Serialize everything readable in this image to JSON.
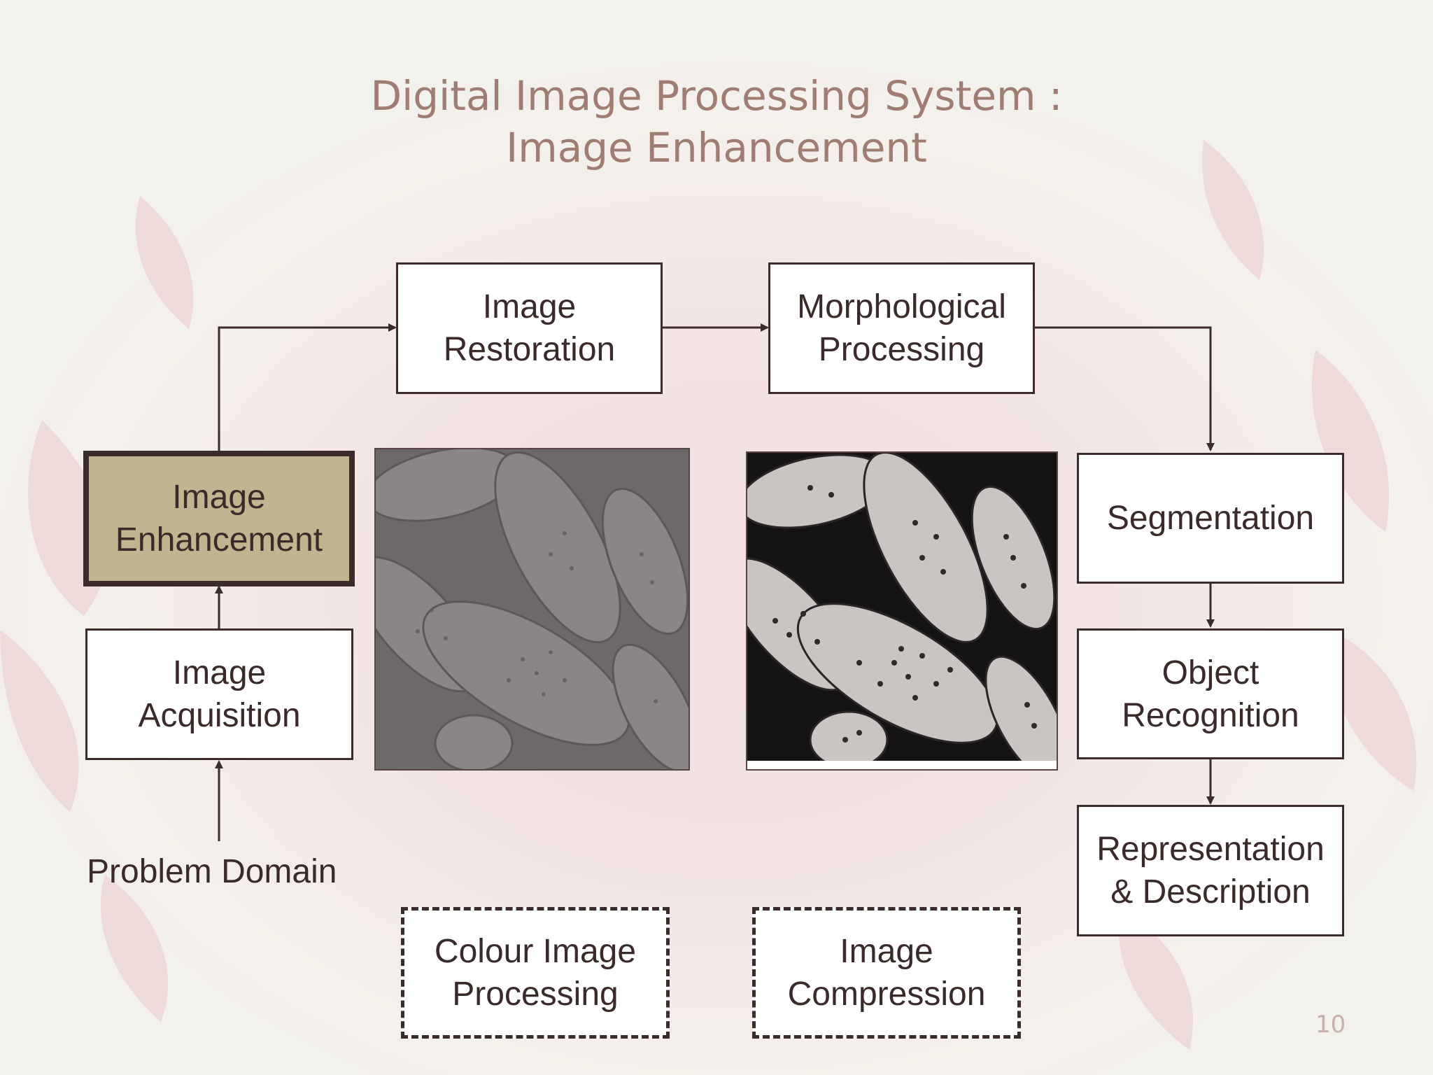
{
  "slide": {
    "title_line1": "Digital Image Processing System :",
    "title_line2": "Image Enhancement",
    "page_number": "10"
  },
  "diagram": {
    "nodes": {
      "image_restoration": {
        "line1": "Image",
        "line2": "Restoration"
      },
      "morphological_processing": {
        "line1": "Morphological",
        "line2": "Processing"
      },
      "image_enhancement": {
        "line1": "Image",
        "line2": "Enhancement"
      },
      "segmentation": {
        "line1": "Segmentation"
      },
      "image_acquisition": {
        "line1": "Image",
        "line2": "Acquisition"
      },
      "object_recognition": {
        "line1": "Object",
        "line2": "Recognition"
      },
      "representation_description": {
        "line1": "Representation",
        "line2": "& Description"
      },
      "colour_image_processing": {
        "line1": "Colour Image",
        "line2": "Processing"
      },
      "image_compression": {
        "line1": "Image",
        "line2": "Compression"
      }
    },
    "problem_domain": "Problem Domain",
    "highlighted_node": "Image Enhancement",
    "images": [
      "low-contrast-pollen-image",
      "enhanced-pollen-image"
    ],
    "colors": {
      "title": "#a07d72",
      "highlight_fill": "#c0b590",
      "border": "#3b2b2b",
      "text": "#3a2a2a",
      "page_number": "#c9b0aa"
    }
  }
}
